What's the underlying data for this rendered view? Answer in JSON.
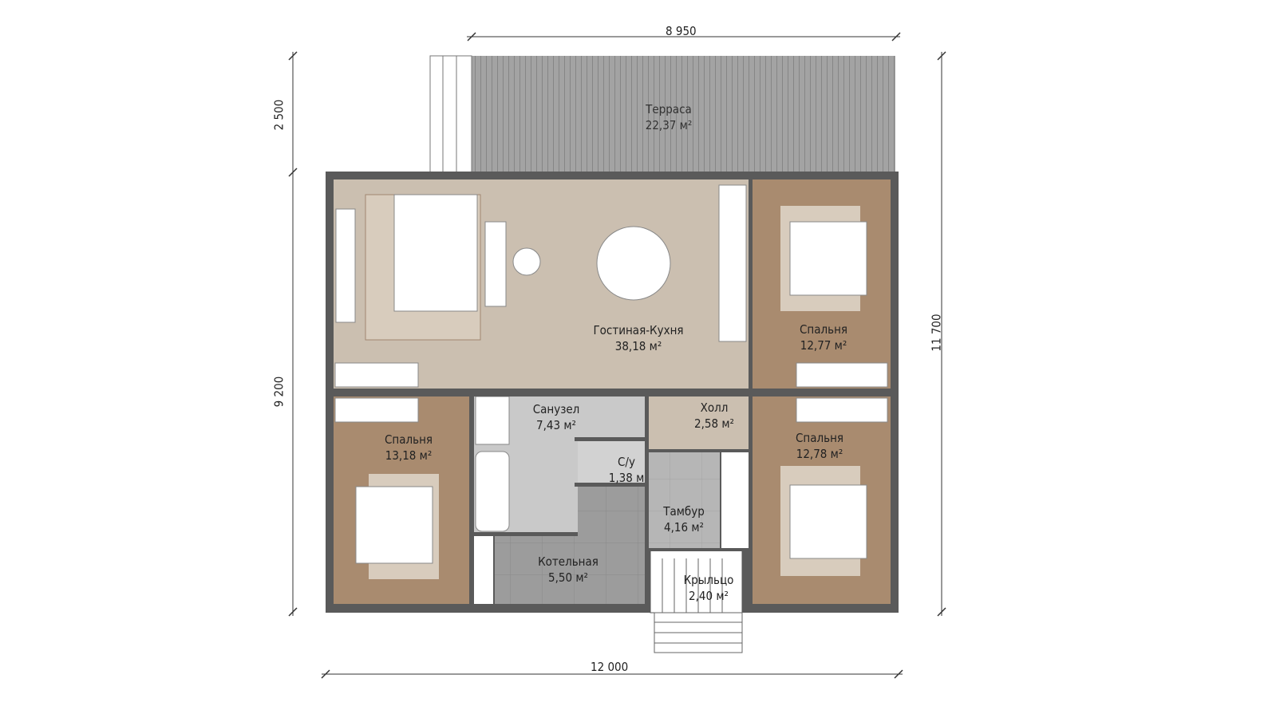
{
  "dimensions": {
    "top": "8 950",
    "bottom": "12 000",
    "left_upper": "2 500",
    "left_lower": "9 200",
    "right": "11 700"
  },
  "rooms": [
    {
      "name": "Терраса",
      "area": "22,37 м²"
    },
    {
      "name": "Гостиная-Кухня",
      "area": "38,18 м²"
    },
    {
      "name": "Спальня",
      "area": "12,77 м²"
    },
    {
      "name": "Спальня",
      "area": "13,18 м²"
    },
    {
      "name": "Санузел",
      "area": "7,43 м²"
    },
    {
      "name": "Холл",
      "area": "2,58 м²"
    },
    {
      "name": "Спальня",
      "area": "12,78 м²"
    },
    {
      "name": "С/у",
      "area": "1,38 м"
    },
    {
      "name": "Тамбур",
      "area": "4,16 м²"
    },
    {
      "name": "Котельная",
      "area": "5,50 м²"
    },
    {
      "name": "Крыльцо",
      "area": "2,40 м²"
    }
  ],
  "colors": {
    "wall": "#5a5a5a",
    "living_floor": "#cbbfb0",
    "bedroom_floor": "#a98b6f",
    "tile": "#c9c9c9",
    "boiler": "#9c9c9c",
    "terrace": "#9e9e9e"
  }
}
